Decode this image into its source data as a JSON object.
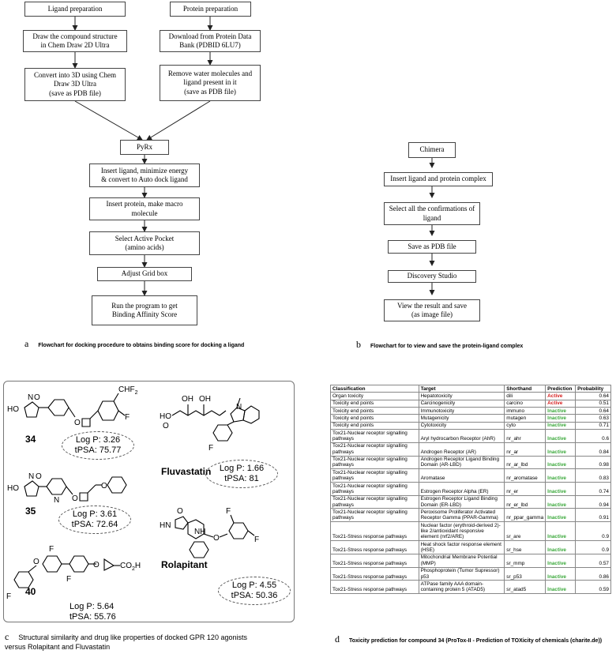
{
  "panel_a": {
    "left_title": "Ligand preparation",
    "right_title": "Protein preparation",
    "step_draw": "Draw the compound structure\nin Chem Draw 2D Ultra",
    "step_download": "Download from Protein Data\nBank (PDBID 6LU7)",
    "step_convert": "Convert into 3D using Chem\nDraw 3D Ultra\n(save as PDB file)",
    "step_remove": "Remove water molecules and\nligand present in it\n(save as PDB file)",
    "step_pyrx": "PyRx",
    "step_insert_ligand": "Insert ligand, minimize energy\n& convert to Auto dock ligand",
    "step_insert_protein": "Insert protein, make macro\nmolecule",
    "step_pocket": "Select Active Pocket\n(amino acids)",
    "step_grid": "Adjust Grid box",
    "step_run": "Run the program to get\nBinding Affinity Score",
    "letter": "a",
    "caption": "Flowchart for docking procedure to obtains binding score for docking a ligand"
  },
  "panel_b": {
    "step_chimera": "Chimera",
    "step_insert": "Insert ligand and protein complex",
    "step_select": "Select all the confirmations of\nligand",
    "step_save": "Save as PDB file",
    "step_discovery": "Discovery Studio",
    "step_view": "View the result and save\n(as image file)",
    "letter": "b",
    "caption": "Flowchart for to view and save the protein-ligand complex"
  },
  "panel_c": {
    "compounds": [
      {
        "id": "34",
        "logp": "Log P: 3.26",
        "tpsa": "tPSA: 75.77"
      },
      {
        "id": "35",
        "logp": "Log P: 3.61",
        "tpsa": "tPSA: 72.64"
      },
      {
        "id": "40",
        "logp": "Log P: 5.64",
        "tpsa": "tPSA: 55.76"
      },
      {
        "id": "Fluvastatin",
        "logp": "Log P: 1.66",
        "tpsa": "tPSA: 81"
      },
      {
        "id": "Rolapitant",
        "logp": "Log P: 4.55",
        "tpsa": "tPSA: 50.36"
      }
    ],
    "atom_labels": {
      "ho": "HO",
      "o": "O",
      "n": "N",
      "hn": "HN",
      "nh": "NH",
      "f": "F",
      "chf2": "CHF",
      "chf2_sub": "2",
      "co2h": "CO",
      "co2h_sub": "2",
      "co2h_end": "H",
      "cf3a": "F",
      "oh": "OH",
      "ho2": "HO"
    },
    "letter": "c",
    "caption_line1": "Structural similarity and drug like properties of docked GPR 120 agonists",
    "caption_line2": "versus Rolapitant and Fluvastatin"
  },
  "panel_d": {
    "headers": [
      "Classification",
      "Target",
      "Shorthand",
      "Prediction",
      "Probability"
    ],
    "rows": [
      {
        "c": "Organ toxicity",
        "t": "Hepatotoxicity",
        "s": "dili",
        "p": "Active",
        "v": "0.64"
      },
      {
        "c": "Toxicity end points",
        "t": "Carcinogenicity",
        "s": "carcino",
        "p": "Active",
        "v": "0.51"
      },
      {
        "c": "Toxicity end points",
        "t": "Immunotoxicity",
        "s": "immuno",
        "p": "Inactive",
        "v": "0.64"
      },
      {
        "c": "Toxicity end points",
        "t": "Mutagenicity",
        "s": "mutagen",
        "p": "Inactive",
        "v": "0.63"
      },
      {
        "c": "Toxicity end points",
        "t": "Cytotoxicity",
        "s": "cyto",
        "p": "Inactive",
        "v": "0.71"
      },
      {
        "c": "Tox21-Nuclear receptor signalling pathways",
        "t": "Aryl hydrocarbon Receptor (AhR)",
        "s": "nr_ahr",
        "p": "Inactive",
        "v": "0.6"
      },
      {
        "c": "Tox21-Nuclear receptor signalling pathways",
        "t": "Androgen Receptor (AR)",
        "s": "nr_ar",
        "p": "Inactive",
        "v": "0.84"
      },
      {
        "c": "Tox21-Nuclear receptor signalling pathways",
        "t": "Androgen Receptor Ligand Binding Domain (AR-LBD)",
        "s": "nr_ar_lbd",
        "p": "Inactive",
        "v": "0.98"
      },
      {
        "c": "Tox21-Nuclear receptor signalling pathways",
        "t": "Aromatase",
        "s": "nr_aromatase",
        "p": "Inactive",
        "v": "0.83"
      },
      {
        "c": "Tox21-Nuclear receptor signalling pathways",
        "t": "Estrogen Receptor Alpha (ER)",
        "s": "nr_er",
        "p": "Inactive",
        "v": "0.74"
      },
      {
        "c": "Tox21-Nuclear receptor signalling pathways",
        "t": "Estrogen Receptor Ligand Binding Domain (ER-LBD)",
        "s": "nr_er_lbd",
        "p": "Inactive",
        "v": "0.94"
      },
      {
        "c": "Tox21-Nuclear receptor signalling pathways",
        "t": "Peroxisome Proliferator Activated Receptor Gamma (PPAR-Gamma)",
        "s": "nr_ppar_gamma",
        "p": "Inactive",
        "v": "0.91"
      },
      {
        "c": "Tox21-Stress response pathways",
        "t": "Nuclear factor (erythroid-derived 2)-like 2/antioxidant responsive element (nrf2/ARE)",
        "s": "sr_are",
        "p": "Inactive",
        "v": "0.9"
      },
      {
        "c": "Tox21-Stress response pathways",
        "t": "Heat shock factor response element (HSE)",
        "s": "sr_hse",
        "p": "Inactive",
        "v": "0.9"
      },
      {
        "c": "Tox21-Stress response pathways",
        "t": "Mitochondrial Membrane Potential (MMP)",
        "s": "sr_mmp",
        "p": "Inactive",
        "v": "0.57"
      },
      {
        "c": "Tox21-Stress response pathways",
        "t": "Phosphoprotein (Tumor Supressor) p53",
        "s": "sr_p53",
        "p": "Inactive",
        "v": "0.86"
      },
      {
        "c": "Tox21-Stress response pathways",
        "t": "ATPase family AAA domain-containing protein 5 (ATAD5)",
        "s": "sr_atad5",
        "p": "Inactive",
        "v": "0.59"
      }
    ],
    "colors": {
      "active": "#d62020",
      "inactive": "#3aa83a"
    },
    "letter": "d",
    "caption": "Toxicity prediction for compound 34 (ProTox-II - Prediction of TOXicity of chemicals (charite.de))"
  }
}
